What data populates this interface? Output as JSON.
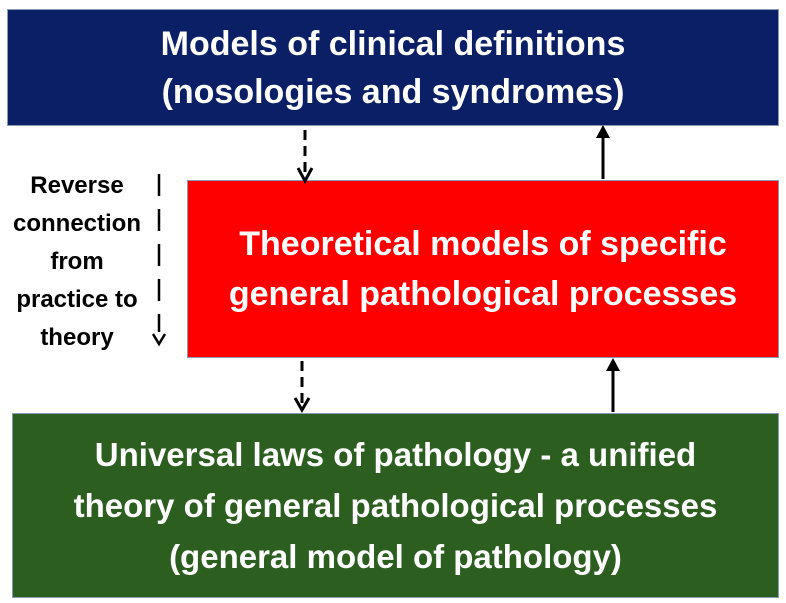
{
  "boxes": {
    "top": {
      "line1": "Models of clinical definitions",
      "line2": "(nosologies and syndromes)",
      "color": "#0a1f66"
    },
    "middle": {
      "line1": "Theoretical models of specific",
      "line2": "general pathological processes",
      "color": "#ff0000"
    },
    "bottom": {
      "line1": "Universal laws of pathology - a unified",
      "line2": "theory of general pathological processes",
      "line3": "(general model of pathology)",
      "color": "#2b5e1f"
    }
  },
  "side_label": {
    "line1": "Reverse",
    "line2": "connection",
    "line3": "from",
    "line4": "practice to",
    "line5": "theory"
  }
}
